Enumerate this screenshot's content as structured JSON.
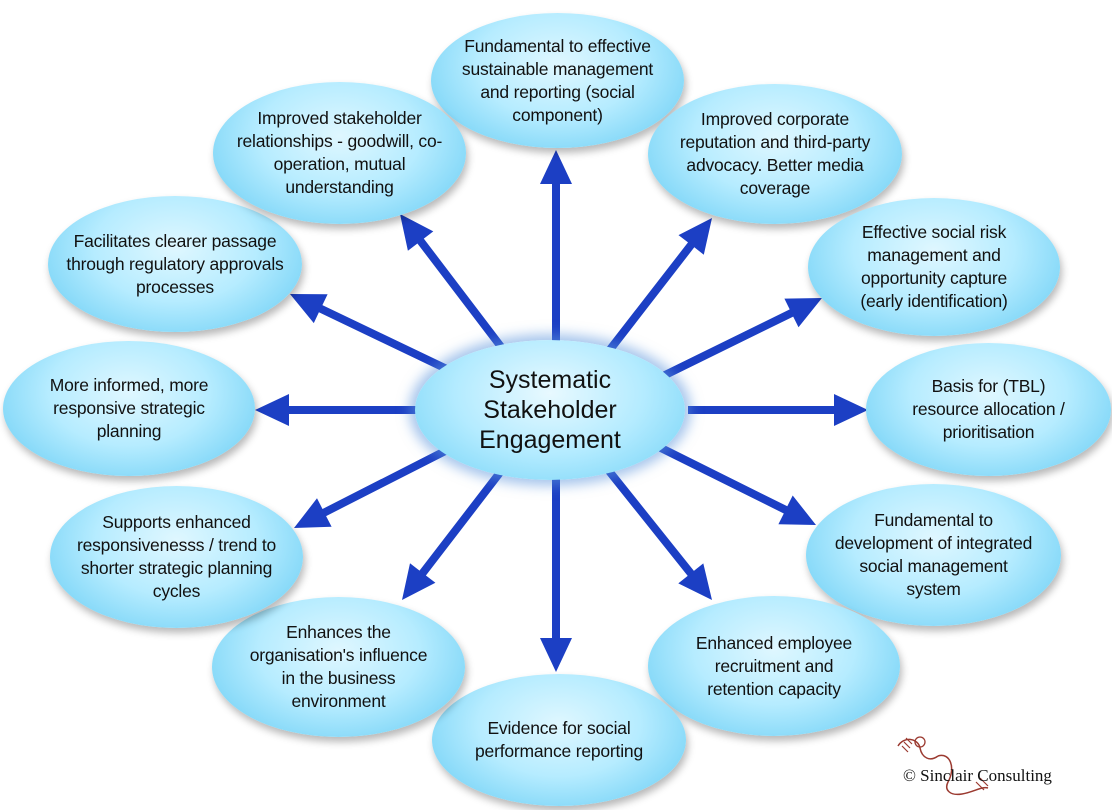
{
  "diagram": {
    "center": "Systematic\nStakeholder\nEngagement",
    "nodes": [
      {
        "id": "top",
        "text": "Fundamental to effective\nsustainable management\nand reporting (social\ncomponent)"
      },
      {
        "id": "top-right",
        "text": "Improved corporate\nreputation and third-party\nadvocacy. Better media\ncoverage"
      },
      {
        "id": "right-upper",
        "text": "Effective social risk\nmanagement and\nopportunity capture\n(early identification)"
      },
      {
        "id": "right",
        "text": "Basis for (TBL)\nresource allocation /\nprioritisation"
      },
      {
        "id": "right-lower",
        "text": "Fundamental to\ndevelopment of integrated\nsocial management\nsystem"
      },
      {
        "id": "bottom-right",
        "text": "Enhanced employee\nrecruitment and\nretention capacity"
      },
      {
        "id": "bottom",
        "text": "Evidence for social\nperformance reporting"
      },
      {
        "id": "bottom-left",
        "text": "Enhances the\norganisation's influence\nin the business\nenvironment"
      },
      {
        "id": "left-lower",
        "text": "Supports enhanced\nresponsivenesss / trend to\nshorter strategic planning\ncycles"
      },
      {
        "id": "left",
        "text": "More informed, more\nresponsive strategic\nplanning"
      },
      {
        "id": "left-upper",
        "text": "Facilitates clearer passage\nthrough regulatory approvals\nprocesses"
      },
      {
        "id": "top-left",
        "text": "Improved stakeholder\nrelationships - goodwill, co-\noperation, mutual\nunderstanding"
      }
    ]
  },
  "copyright": "© Sinclair Consulting",
  "colors": {
    "arrow": "#1c3fc4",
    "bubble": "#8fdcf7",
    "glow": "#5c96dc"
  }
}
